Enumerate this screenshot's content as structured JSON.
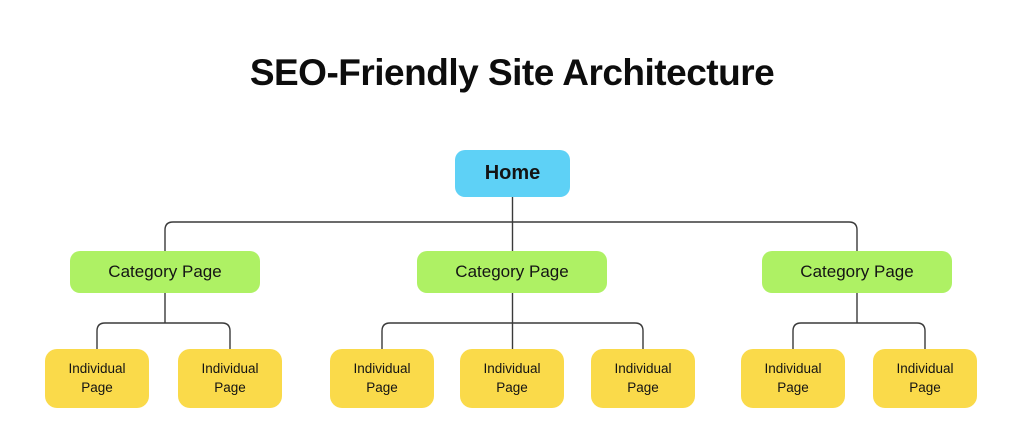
{
  "title": "SEO-Friendly Site Architecture",
  "colors": {
    "background": "#ffffff",
    "home_fill": "#5ed1f6",
    "category_fill": "#aef164",
    "individual_fill": "#fada4a",
    "connector_stroke": "#3a3a3a",
    "text": "#141414"
  },
  "tree": {
    "root": {
      "label": "Home"
    },
    "categories": [
      {
        "label": "Category Page",
        "children": [
          {
            "label": "Individual Page"
          },
          {
            "label": "Individual Page"
          }
        ]
      },
      {
        "label": "Category Page",
        "children": [
          {
            "label": "Individual Page"
          },
          {
            "label": "Individual Page"
          },
          {
            "label": "Individual Page"
          }
        ]
      },
      {
        "label": "Category Page",
        "children": [
          {
            "label": "Individual Page"
          },
          {
            "label": "Individual Page"
          }
        ]
      }
    ]
  }
}
